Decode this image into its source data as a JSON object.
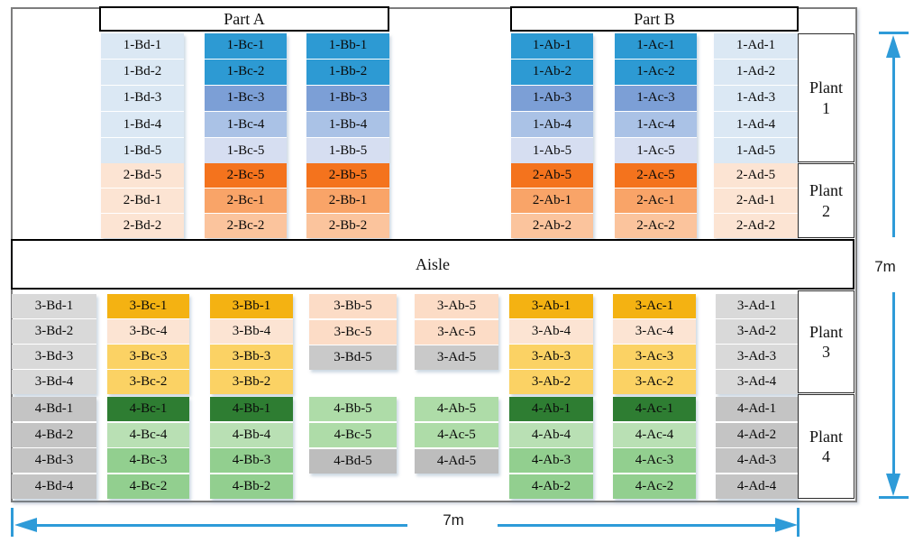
{
  "headers": {
    "part_a": "Part A",
    "part_b": "Part B"
  },
  "aisle_label": "Aisle",
  "plant_labels": [
    "Plant 1",
    "Plant 2",
    "Plant 3",
    "Plant 4"
  ],
  "dimensions": {
    "width_label": "7m",
    "height_label": "7m"
  },
  "colors": {
    "blueLight": "#dbe8f4",
    "blueStrong": "#2d9ad3",
    "blueMed": "#7c9fd6",
    "blueSoft": "#aac2e6",
    "bluePale": "#d6def1",
    "peach": "#fce4d3",
    "orangeDark": "#f4731d",
    "orangeMed": "#f9a468",
    "orangeLight": "#fbc49d",
    "amber": "#f4b212",
    "yellow": "#fbd264",
    "peachMid": "#fcdcc6",
    "greyLight": "#d9d9d9",
    "greyMid": "#c9c9c9",
    "greenDark": "#2e7d32",
    "greenLight": "#b9e0b4",
    "greenMed": "#92cf8f",
    "greenPale": "#aedca8",
    "greyDark": "#c4c4c4",
    "greyDarker": "#bdbdbd",
    "arrow": "#2e9bd8"
  },
  "columns": [
    {
      "id": "p1-bd",
      "cells": [
        {
          "label": "1-Bd-1",
          "color": "blueLight"
        },
        {
          "label": "1-Bd-2",
          "color": "blueLight"
        },
        {
          "label": "1-Bd-3",
          "color": "blueLight"
        },
        {
          "label": "1-Bd-4",
          "color": "blueLight"
        },
        {
          "label": "1-Bd-5",
          "color": "blueLight"
        }
      ]
    },
    {
      "id": "p1-bc",
      "cells": [
        {
          "label": "1-Bc-1",
          "color": "blueStrong"
        },
        {
          "label": "1-Bc-2",
          "color": "blueStrong"
        },
        {
          "label": "1-Bc-3",
          "color": "blueMed"
        },
        {
          "label": "1-Bc-4",
          "color": "blueSoft"
        },
        {
          "label": "1-Bc-5",
          "color": "bluePale"
        }
      ]
    },
    {
      "id": "p1-bb",
      "cells": [
        {
          "label": "1-Bb-1",
          "color": "blueStrong"
        },
        {
          "label": "1-Bb-2",
          "color": "blueStrong"
        },
        {
          "label": "1-Bb-3",
          "color": "blueMed"
        },
        {
          "label": "1-Bb-4",
          "color": "blueSoft"
        },
        {
          "label": "1-Bb-5",
          "color": "bluePale"
        }
      ]
    },
    {
      "id": "p1-ab",
      "cells": [
        {
          "label": "1-Ab-1",
          "color": "blueStrong"
        },
        {
          "label": "1-Ab-2",
          "color": "blueStrong"
        },
        {
          "label": "1-Ab-3",
          "color": "blueMed"
        },
        {
          "label": "1-Ab-4",
          "color": "blueSoft"
        },
        {
          "label": "1-Ab-5",
          "color": "bluePale"
        }
      ]
    },
    {
      "id": "p1-ac",
      "cells": [
        {
          "label": "1-Ac-1",
          "color": "blueStrong"
        },
        {
          "label": "1-Ac-2",
          "color": "blueStrong"
        },
        {
          "label": "1-Ac-3",
          "color": "blueMed"
        },
        {
          "label": "1-Ac-4",
          "color": "blueSoft"
        },
        {
          "label": "1-Ac-5",
          "color": "bluePale"
        }
      ]
    },
    {
      "id": "p1-ad",
      "cells": [
        {
          "label": "1-Ad-1",
          "color": "blueLight"
        },
        {
          "label": "1-Ad-2",
          "color": "blueLight"
        },
        {
          "label": "1-Ad-3",
          "color": "blueLight"
        },
        {
          "label": "1-Ad-4",
          "color": "blueLight"
        },
        {
          "label": "1-Ad-5",
          "color": "blueLight"
        }
      ]
    },
    {
      "id": "p2-bd",
      "cells": [
        {
          "label": "2-Bd-5",
          "color": "peach"
        },
        {
          "label": "2-Bd-1",
          "color": "peach"
        },
        {
          "label": "2-Bd-2",
          "color": "peach"
        }
      ]
    },
    {
      "id": "p2-bc",
      "cells": [
        {
          "label": "2-Bc-5",
          "color": "orangeDark"
        },
        {
          "label": "2-Bc-1",
          "color": "orangeMed"
        },
        {
          "label": "2-Bc-2",
          "color": "orangeLight"
        }
      ]
    },
    {
      "id": "p2-bb",
      "cells": [
        {
          "label": "2-Bb-5",
          "color": "orangeDark"
        },
        {
          "label": "2-Bb-1",
          "color": "orangeMed"
        },
        {
          "label": "2-Bb-2",
          "color": "orangeLight"
        }
      ]
    },
    {
      "id": "p2-ab",
      "cells": [
        {
          "label": "2-Ab-5",
          "color": "orangeDark"
        },
        {
          "label": "2-Ab-1",
          "color": "orangeMed"
        },
        {
          "label": "2-Ab-2",
          "color": "orangeLight"
        }
      ]
    },
    {
      "id": "p2-ac",
      "cells": [
        {
          "label": "2-Ac-5",
          "color": "orangeDark"
        },
        {
          "label": "2-Ac-1",
          "color": "orangeMed"
        },
        {
          "label": "2-Ac-2",
          "color": "orangeLight"
        }
      ]
    },
    {
      "id": "p2-ad",
      "cells": [
        {
          "label": "2-Ad-5",
          "color": "peach"
        },
        {
          "label": "2-Ad-1",
          "color": "peach"
        },
        {
          "label": "2-Ad-2",
          "color": "peach"
        }
      ]
    },
    {
      "id": "p3-bd",
      "cells": [
        {
          "label": "3-Bd-1",
          "color": "greyLight"
        },
        {
          "label": "3-Bd-2",
          "color": "greyLight"
        },
        {
          "label": "3-Bd-3",
          "color": "greyLight"
        },
        {
          "label": "3-Bd-4",
          "color": "greyLight"
        }
      ]
    },
    {
      "id": "p3-bc",
      "cells": [
        {
          "label": "3-Bc-1",
          "color": "amber"
        },
        {
          "label": "3-Bc-4",
          "color": "peach"
        },
        {
          "label": "3-Bc-3",
          "color": "yellow"
        },
        {
          "label": "3-Bc-2",
          "color": "yellow"
        }
      ]
    },
    {
      "id": "p3-bb",
      "cells": [
        {
          "label": "3-Bb-1",
          "color": "amber"
        },
        {
          "label": "3-Bb-4",
          "color": "peach"
        },
        {
          "label": "3-Bb-3",
          "color": "yellow"
        },
        {
          "label": "3-Bb-2",
          "color": "yellow"
        }
      ]
    },
    {
      "id": "p3-mid-b",
      "cells": [
        {
          "label": "3-Bb-5",
          "color": "peachMid"
        },
        {
          "label": "3-Bc-5",
          "color": "peachMid"
        },
        {
          "label": "3-Bd-5",
          "color": "greyMid"
        }
      ]
    },
    {
      "id": "p3-mid-a",
      "cells": [
        {
          "label": "3-Ab-5",
          "color": "peachMid"
        },
        {
          "label": "3-Ac-5",
          "color": "peachMid"
        },
        {
          "label": "3-Ad-5",
          "color": "greyMid"
        }
      ]
    },
    {
      "id": "p3-ab",
      "cells": [
        {
          "label": "3-Ab-1",
          "color": "amber"
        },
        {
          "label": "3-Ab-4",
          "color": "peach"
        },
        {
          "label": "3-Ab-3",
          "color": "yellow"
        },
        {
          "label": "3-Ab-2",
          "color": "yellow"
        }
      ]
    },
    {
      "id": "p3-ac",
      "cells": [
        {
          "label": "3-Ac-1",
          "color": "amber"
        },
        {
          "label": "3-Ac-4",
          "color": "peach"
        },
        {
          "label": "3-Ac-3",
          "color": "yellow"
        },
        {
          "label": "3-Ac-2",
          "color": "yellow"
        }
      ]
    },
    {
      "id": "p3-ad",
      "cells": [
        {
          "label": "3-Ad-1",
          "color": "greyLight"
        },
        {
          "label": "3-Ad-2",
          "color": "greyLight"
        },
        {
          "label": "3-Ad-3",
          "color": "greyLight"
        },
        {
          "label": "3-Ad-4",
          "color": "greyLight"
        }
      ]
    },
    {
      "id": "p4-bd",
      "cells": [
        {
          "label": "4-Bd-1",
          "color": "greyDark"
        },
        {
          "label": "4-Bd-2",
          "color": "greyDark"
        },
        {
          "label": "4-Bd-3",
          "color": "greyDark"
        },
        {
          "label": "4-Bd-4",
          "color": "greyDark"
        }
      ]
    },
    {
      "id": "p4-bc",
      "cells": [
        {
          "label": "4-Bc-1",
          "color": "greenDark"
        },
        {
          "label": "4-Bc-4",
          "color": "greenLight"
        },
        {
          "label": "4-Bc-3",
          "color": "greenMed"
        },
        {
          "label": "4-Bc-2",
          "color": "greenMed"
        }
      ]
    },
    {
      "id": "p4-bb",
      "cells": [
        {
          "label": "4-Bb-1",
          "color": "greenDark"
        },
        {
          "label": "4-Bb-4",
          "color": "greenLight"
        },
        {
          "label": "4-Bb-3",
          "color": "greenMed"
        },
        {
          "label": "4-Bb-2",
          "color": "greenMed"
        }
      ]
    },
    {
      "id": "p4-mid-b",
      "cells": [
        {
          "label": "4-Bb-5",
          "color": "greenPale"
        },
        {
          "label": "4-Bc-5",
          "color": "greenPale"
        },
        {
          "label": "4-Bd-5",
          "color": "greyDarker"
        }
      ]
    },
    {
      "id": "p4-mid-a",
      "cells": [
        {
          "label": "4-Ab-5",
          "color": "greenPale"
        },
        {
          "label": "4-Ac-5",
          "color": "greenPale"
        },
        {
          "label": "4-Ad-5",
          "color": "greyDarker"
        }
      ]
    },
    {
      "id": "p4-ab",
      "cells": [
        {
          "label": "4-Ab-1",
          "color": "greenDark"
        },
        {
          "label": "4-Ab-4",
          "color": "greenLight"
        },
        {
          "label": "4-Ab-3",
          "color": "greenMed"
        },
        {
          "label": "4-Ab-2",
          "color": "greenMed"
        }
      ]
    },
    {
      "id": "p4-ac",
      "cells": [
        {
          "label": "4-Ac-1",
          "color": "greenDark"
        },
        {
          "label": "4-Ac-4",
          "color": "greenLight"
        },
        {
          "label": "4-Ac-3",
          "color": "greenMed"
        },
        {
          "label": "4-Ac-2",
          "color": "greenMed"
        }
      ]
    },
    {
      "id": "p4-ad",
      "cells": [
        {
          "label": "4-Ad-1",
          "color": "greyDark"
        },
        {
          "label": "4-Ad-2",
          "color": "greyDark"
        },
        {
          "label": "4-Ad-3",
          "color": "greyDark"
        },
        {
          "label": "4-Ad-4",
          "color": "greyDark"
        }
      ]
    }
  ]
}
